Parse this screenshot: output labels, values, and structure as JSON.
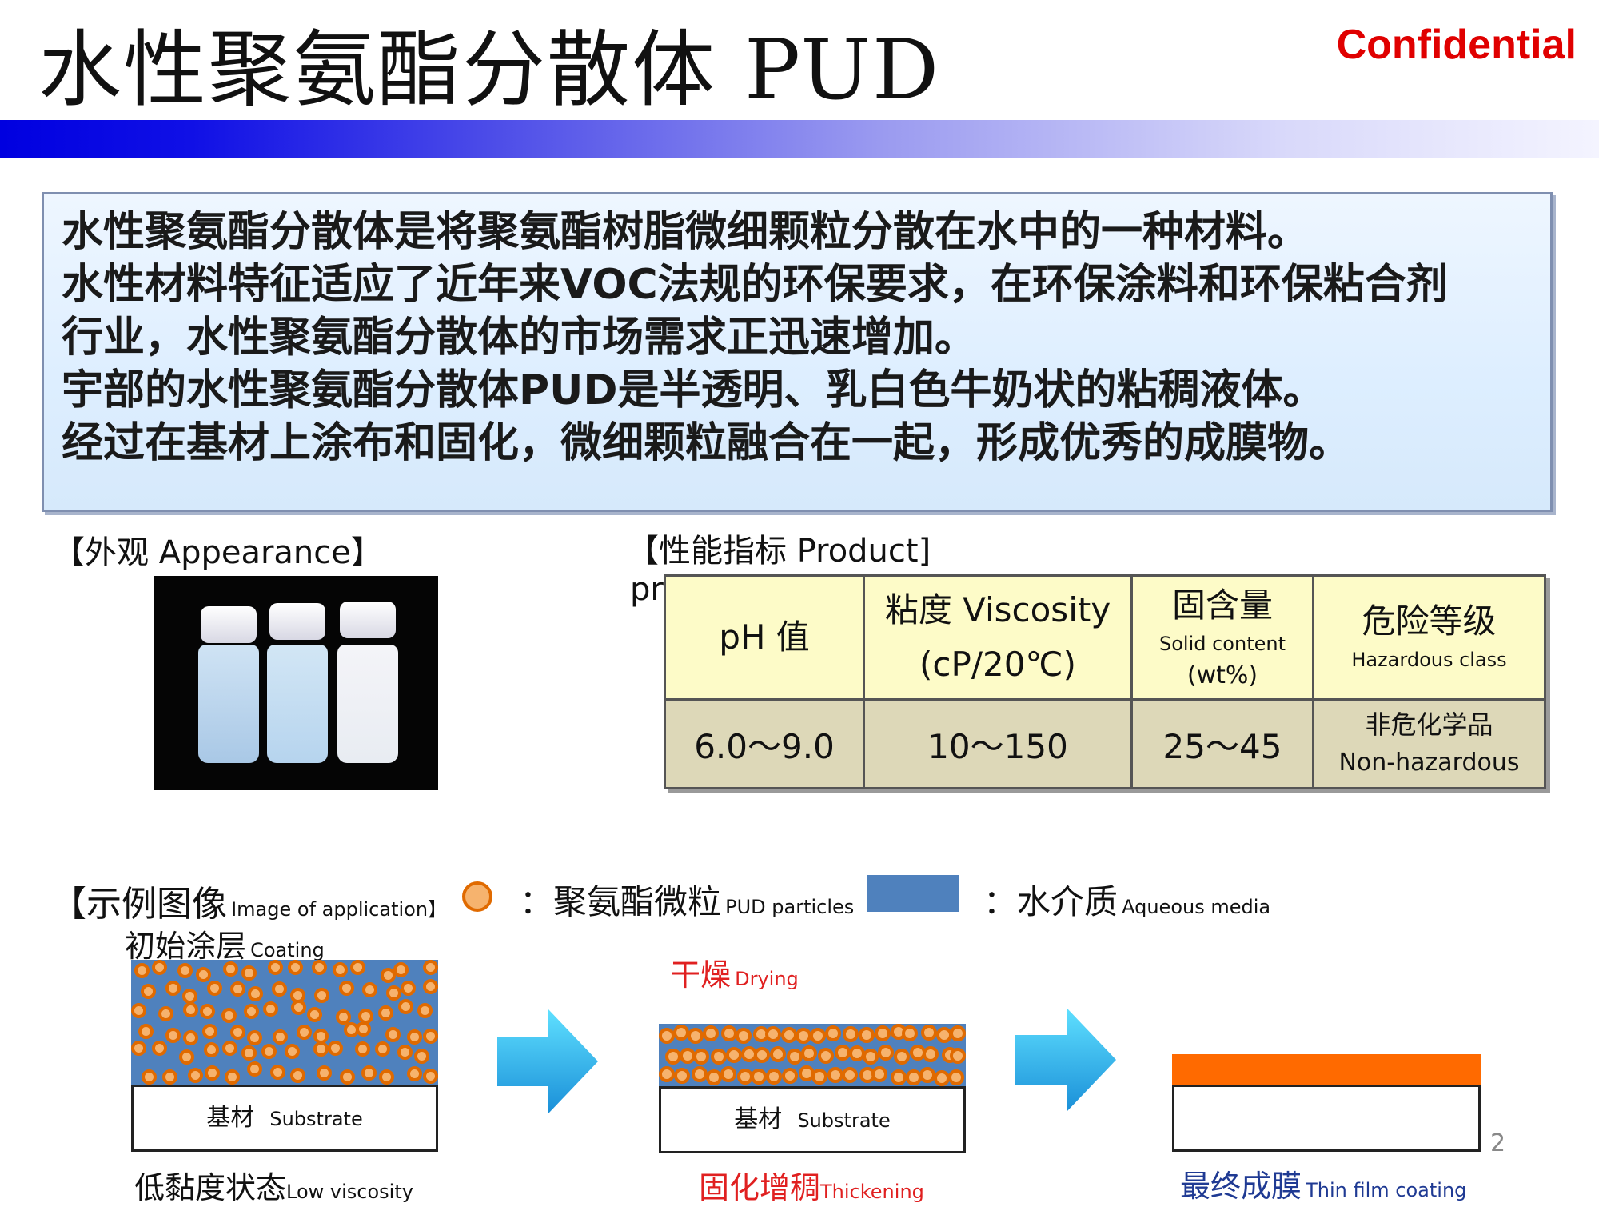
{
  "header": {
    "title": "水性聚氨酯分散体 PUD",
    "confidential": "Confidential"
  },
  "intro": {
    "lines": [
      "水性聚氨酯分散体是将聚氨酯树脂微细颗粒分散在水中的一种材料。",
      "水性材料特征适应了近年来VOC法规的环保要求，在环保涂料和环保粘合剂",
      "行业，水性聚氨酯分散体的市场需求正迅速增加。",
      "宇部的水性聚氨酯分散体PUD是半透明、乳白色牛奶状的粘稠液体。",
      "经过在基材上涂布和固化，微细颗粒融合在一起，形成优秀的成膜物。"
    ]
  },
  "appearance": {
    "label": "【外观  Appearance】"
  },
  "properties": {
    "label": "【性能指标  Product]",
    "label_overflow": "pr",
    "headers": [
      {
        "line1": "pH 值",
        "line2": "",
        "line3": ""
      },
      {
        "line1": "粘度  Viscosity",
        "line2": "(cP/20℃)",
        "line3": ""
      },
      {
        "line1": "固含量",
        "line2": "Solid content",
        "line3": "(wt%)"
      },
      {
        "line1": "危险等级",
        "line2": "Hazardous class",
        "line3": ""
      }
    ],
    "values": [
      "6.0～9.0",
      "10～150",
      "25～45"
    ],
    "hazard_value": {
      "line1": "非危化学品",
      "line2": "Non-hazardous"
    }
  },
  "application": {
    "label_cn": "【示例图像",
    "label_en": "Image of application】",
    "legend_particle_cn": "：聚氨酯微粒",
    "legend_particle_en": "PUD particles",
    "legend_media_cn": "：水介质",
    "legend_media_en": "Aqueous media",
    "stage1_title_cn": "初始涂层",
    "stage1_title_en": "Coating",
    "stage2_title_cn": "干燥",
    "stage2_title_en": "Drying",
    "substrate_cn": "基材",
    "substrate_en": "Substrate",
    "stage1_caption_cn": "低黏度状态",
    "stage1_caption_en": "Low viscosity",
    "stage2_caption_cn": "固化增稠",
    "stage2_caption_en": "Thickening",
    "stage3_caption_cn": "最终成膜",
    "stage3_caption_en": "Thin film coating"
  },
  "page_number": "2",
  "colors": {
    "accent_red": "#e00000",
    "media_blue": "#4f81bd",
    "particle_orange": "#e06a00",
    "film_orange": "#ff6a00",
    "header_bar_blue": "#0000e0",
    "table_header_yellow": "#fdfbc8",
    "table_value_tan": "#ddd8b8"
  }
}
